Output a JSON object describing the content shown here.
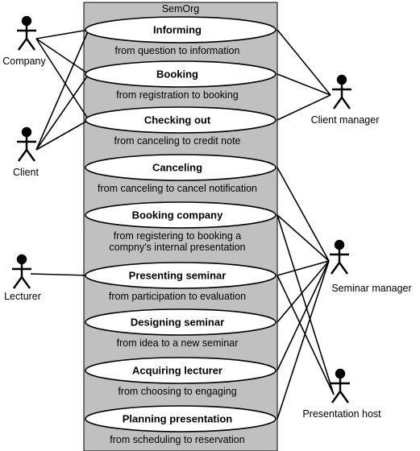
{
  "system": {
    "title": "SemOrg"
  },
  "actors": [
    {
      "id": "company",
      "name": "Company"
    },
    {
      "id": "client",
      "name": "Client"
    },
    {
      "id": "lecturer",
      "name": "Lecturer"
    },
    {
      "id": "client-manager",
      "name": "Client manager"
    },
    {
      "id": "seminar-manager",
      "name": "Seminar manager"
    },
    {
      "id": "presentation-host",
      "name": "Presentation host"
    }
  ],
  "use_cases": [
    {
      "id": "informing",
      "label": "Informing",
      "description": [
        "from question to information"
      ]
    },
    {
      "id": "booking",
      "label": "Booking",
      "description": [
        "from registration to booking"
      ]
    },
    {
      "id": "checking-out",
      "label": "Checking out",
      "description": [
        "from canceling to credit note"
      ]
    },
    {
      "id": "canceling",
      "label": "Canceling",
      "description": [
        "from canceling to cancel notification"
      ]
    },
    {
      "id": "booking-company",
      "label": "Booking company",
      "description": [
        "from registering to booking a",
        "compny's internal presentation"
      ]
    },
    {
      "id": "presenting-seminar",
      "label": "Presenting seminar",
      "description": [
        "from participation to evaluation"
      ]
    },
    {
      "id": "designing-seminar",
      "label": "Designing seminar",
      "description": [
        "from idea to a new seminar"
      ]
    },
    {
      "id": "acquiring-lecturer",
      "label": "Acquiring lecturer",
      "description": [
        "from choosing to engaging"
      ]
    },
    {
      "id": "planning-presentation",
      "label": "Planning presentation",
      "description": [
        "from scheduling to reservation"
      ]
    }
  ],
  "associations": [
    {
      "actor": "company",
      "use_case": "informing"
    },
    {
      "actor": "company",
      "use_case": "booking"
    },
    {
      "actor": "company",
      "use_case": "checking-out"
    },
    {
      "actor": "client",
      "use_case": "informing"
    },
    {
      "actor": "client",
      "use_case": "booking"
    },
    {
      "actor": "client",
      "use_case": "checking-out"
    },
    {
      "actor": "lecturer",
      "use_case": "presenting-seminar"
    },
    {
      "actor": "client-manager",
      "use_case": "informing"
    },
    {
      "actor": "client-manager",
      "use_case": "booking"
    },
    {
      "actor": "client-manager",
      "use_case": "checking-out"
    },
    {
      "actor": "seminar-manager",
      "use_case": "canceling"
    },
    {
      "actor": "seminar-manager",
      "use_case": "booking-company"
    },
    {
      "actor": "seminar-manager",
      "use_case": "presenting-seminar"
    },
    {
      "actor": "seminar-manager",
      "use_case": "designing-seminar"
    },
    {
      "actor": "seminar-manager",
      "use_case": "acquiring-lecturer"
    },
    {
      "actor": "seminar-manager",
      "use_case": "planning-presentation"
    },
    {
      "actor": "presentation-host",
      "use_case": "presenting-seminar"
    },
    {
      "actor": "presentation-host",
      "use_case": "booking-company"
    }
  ]
}
